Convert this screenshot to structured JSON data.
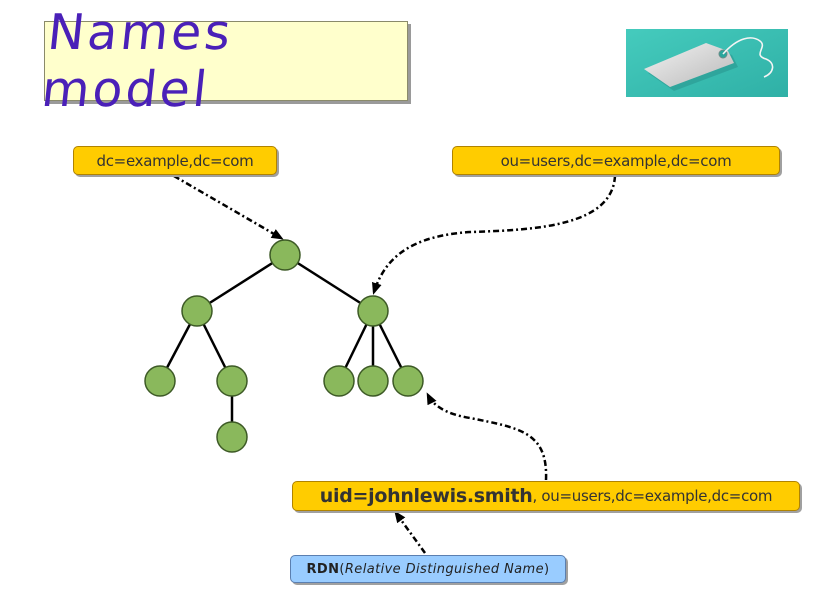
{
  "title": "Names model",
  "labels": {
    "root_dn": "dc=example,dc=com",
    "ou_dn": "ou=users,dc=example,dc=com",
    "uid_bold": "uid=johnlewis.smith",
    "uid_rest": ", ou=users,dc=example,dc=com",
    "rdn_bold": "RDN",
    "rdn_open": " (",
    "rdn_italic": "Relative Distinguished Name",
    "rdn_close": ")"
  },
  "colors": {
    "node_fill": "#8ab85c",
    "node_stroke": "#3d5a26",
    "label_fill": "#ffcc00",
    "rdn_fill": "#99ccff",
    "title_fill": "#ffffcc",
    "title_text": "#4a20b8",
    "tag_background": "#3cc0b4"
  },
  "tree": {
    "root": "dc=example,dc=com",
    "highlighted_parent": "ou=users,dc=example,dc=com",
    "highlighted_leaf": "uid=johnlewis.smith"
  }
}
